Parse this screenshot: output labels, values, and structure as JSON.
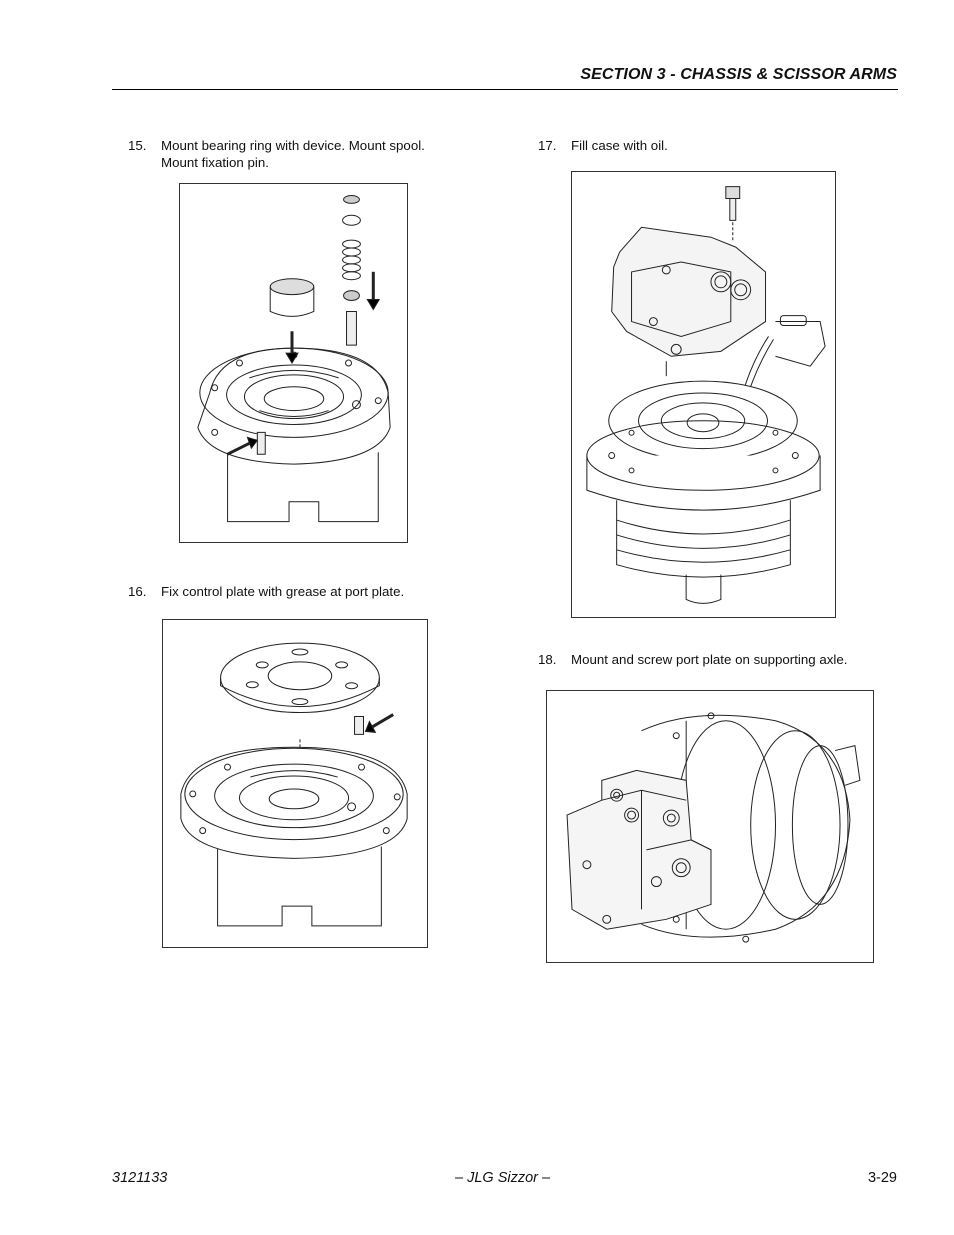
{
  "header": {
    "title": "SECTION 3 - CHASSIS & SCISSOR ARMS"
  },
  "steps": [
    {
      "number": "15.",
      "text_line1": "Mount  bearing  ring  with  device.   Mount  spool.",
      "text_line2": "Mount fixation pin."
    },
    {
      "number": "16.",
      "text": "Fix control plate with grease at port plate."
    },
    {
      "number": "17.",
      "text": "Fill case with oil."
    },
    {
      "number": "18.",
      "text": "Mount and screw port plate on supporting axle."
    }
  ],
  "footer": {
    "doc_number": "3121133",
    "center": "– JLG Sizzor –",
    "page": "3-29"
  }
}
